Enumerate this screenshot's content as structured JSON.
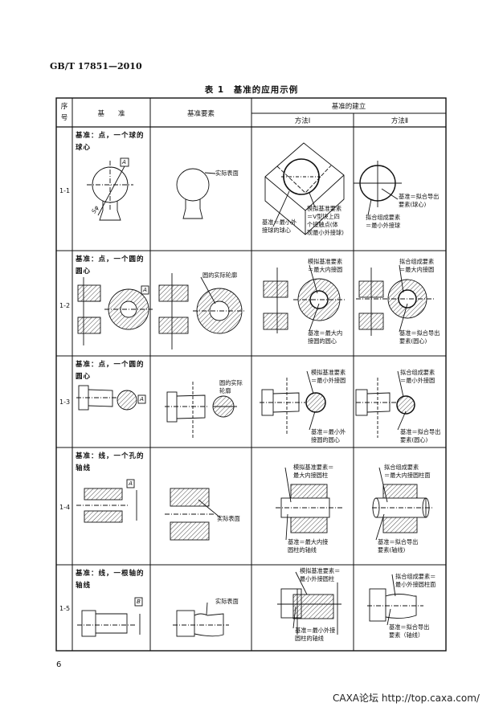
{
  "header": {
    "standard": "GB/T 17851—2010"
  },
  "caption": "表 1　基准的应用示例",
  "table": {
    "headers": {
      "no": "序\n号",
      "no_top": "序",
      "no_bottom": "号",
      "datum": "基　　准",
      "datum_feature": "基准要素",
      "establish": "基准的建立",
      "method1": "方法Ⅰ",
      "method2": "方法Ⅱ"
    },
    "rows": [
      {
        "no": "1-1",
        "datum_l1": "基准：点，一个球的",
        "datum_l2": "球心",
        "box": "A",
        "feature_label": [
          "实际表面"
        ],
        "m1_a": [
          "模拟基准要素",
          "＝V型块上四",
          "个接触点(体",
          "现最小外接球)"
        ],
        "m1_b": [
          "基准＝最小外",
          "接球的球心"
        ],
        "m2_a": [
          "基准＝拟合导出",
          "要素(球心)"
        ],
        "m2_b": [
          "拟合组成要素",
          "＝最小外接球"
        ],
        "dim": "Sφ"
      },
      {
        "no": "1-2",
        "datum_l1": "基准：点，一个圆的",
        "datum_l2": "圆心",
        "box": "A",
        "feature_label": [
          "圆的实际轮廓"
        ],
        "m1_a": [
          "模拟基准要素",
          "＝最大内接圆"
        ],
        "m1_b": [
          "基准＝最大内",
          "接圆的圆心"
        ],
        "m2_a": [
          "拟合组成要素",
          "＝最大内接圆"
        ],
        "m2_b": [
          "基准＝拟合导出",
          "要素(圆心)"
        ]
      },
      {
        "no": "1-3",
        "datum_l1": "基准：点，一个圆的",
        "datum_l2": "圆心",
        "box": "A",
        "feature_label": [
          "圆的实际",
          "轮廓"
        ],
        "m1_a": [
          "模拟基准要素",
          "＝最小外接圆"
        ],
        "m1_b": [
          "基准＝最小外",
          "接圆的圆心"
        ],
        "m2_a": [
          "拟合组成要素",
          "＝最小外接圆"
        ],
        "m2_b": [
          "基准＝拟合导出",
          "要素(圆心)"
        ]
      },
      {
        "no": "1-4",
        "datum_l1": "基准：线，一个孔的",
        "datum_l2": "轴线",
        "box": "A",
        "feature_label": [
          "实际表面"
        ],
        "m1_a": [
          "模拟基准要素＝",
          "最大内接圆柱"
        ],
        "m1_b": [
          "基准＝最大内接",
          "圆柱的轴线"
        ],
        "m2_a": [
          "拟合组成要素",
          "＝最大内接圆柱面"
        ],
        "m2_b": [
          "基准＝拟合导出",
          "要素(轴线)"
        ]
      },
      {
        "no": "1-5",
        "datum_l1": "基准：线，一根轴的",
        "datum_l2": "轴线",
        "box": "B",
        "feature_label": [
          "实际表面"
        ],
        "m1_a": [
          "模拟基准要素＝",
          "最小外接圆柱"
        ],
        "m1_b": [
          "基准＝最小外接",
          "圆柱的轴线"
        ],
        "m2_a": [
          "拟合组成要素＝",
          "最小外接圆柱面"
        ],
        "m2_b": [
          "基准＝拟合导出",
          "要素（轴线）"
        ]
      }
    ]
  },
  "page_number": "6",
  "footer": "CAXA论坛 http://top.caxa.com/"
}
